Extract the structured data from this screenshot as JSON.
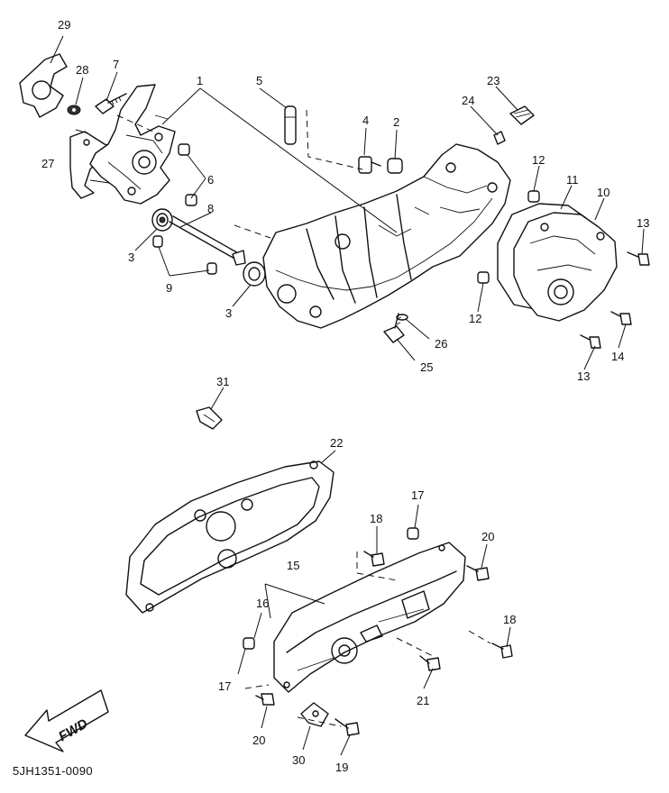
{
  "callouts": {
    "c1": "1",
    "c2": "2",
    "c3a": "3",
    "c3b": "3",
    "c4": "4",
    "c5": "5",
    "c6": "6",
    "c7": "7",
    "c8": "8",
    "c9": "9",
    "c10": "10",
    "c11": "11",
    "c12a": "12",
    "c12b": "12",
    "c13a": "13",
    "c13b": "13",
    "c14": "14",
    "c15": "15",
    "c16": "16",
    "c17a": "17",
    "c17b": "17",
    "c18a": "18",
    "c18b": "18",
    "c19": "19",
    "c20a": "20",
    "c20b": "20",
    "c21": "21",
    "c22": "22",
    "c23": "23",
    "c24": "24",
    "c25": "25",
    "c26": "26",
    "c27": "27",
    "c28": "28",
    "c29": "29",
    "c30": "30",
    "c31": "31"
  },
  "fwd_label": "FWD",
  "drawing_code": "5JH1351-0090",
  "icons": {
    "fwd_arrow": "fwd-arrow-icon"
  }
}
